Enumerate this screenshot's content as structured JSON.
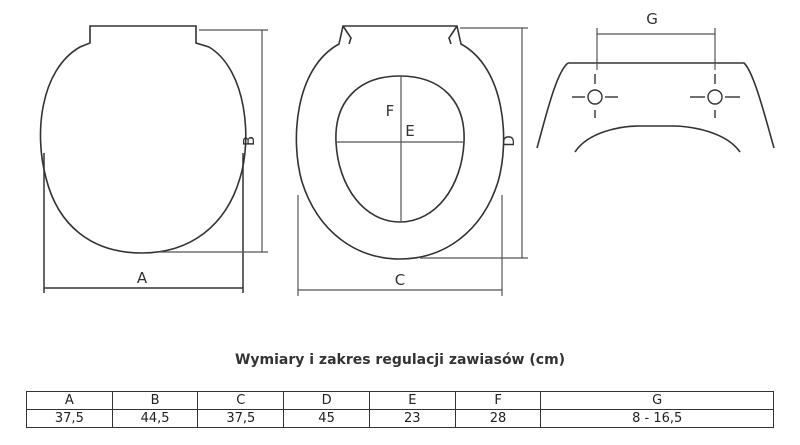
{
  "diagram": {
    "dimension_letters": {
      "a": "A",
      "b": "B",
      "c": "C",
      "d": "D",
      "e": "E",
      "f": "F",
      "g": "G"
    }
  },
  "caption": "Wymiary i zakres regulacji zawiasów (cm)",
  "table": {
    "headers": [
      "A",
      "B",
      "C",
      "D",
      "E",
      "F",
      "G"
    ],
    "values": [
      "37,5",
      "44,5",
      "37,5",
      "45",
      "23",
      "28",
      "8 - 16,5"
    ]
  }
}
